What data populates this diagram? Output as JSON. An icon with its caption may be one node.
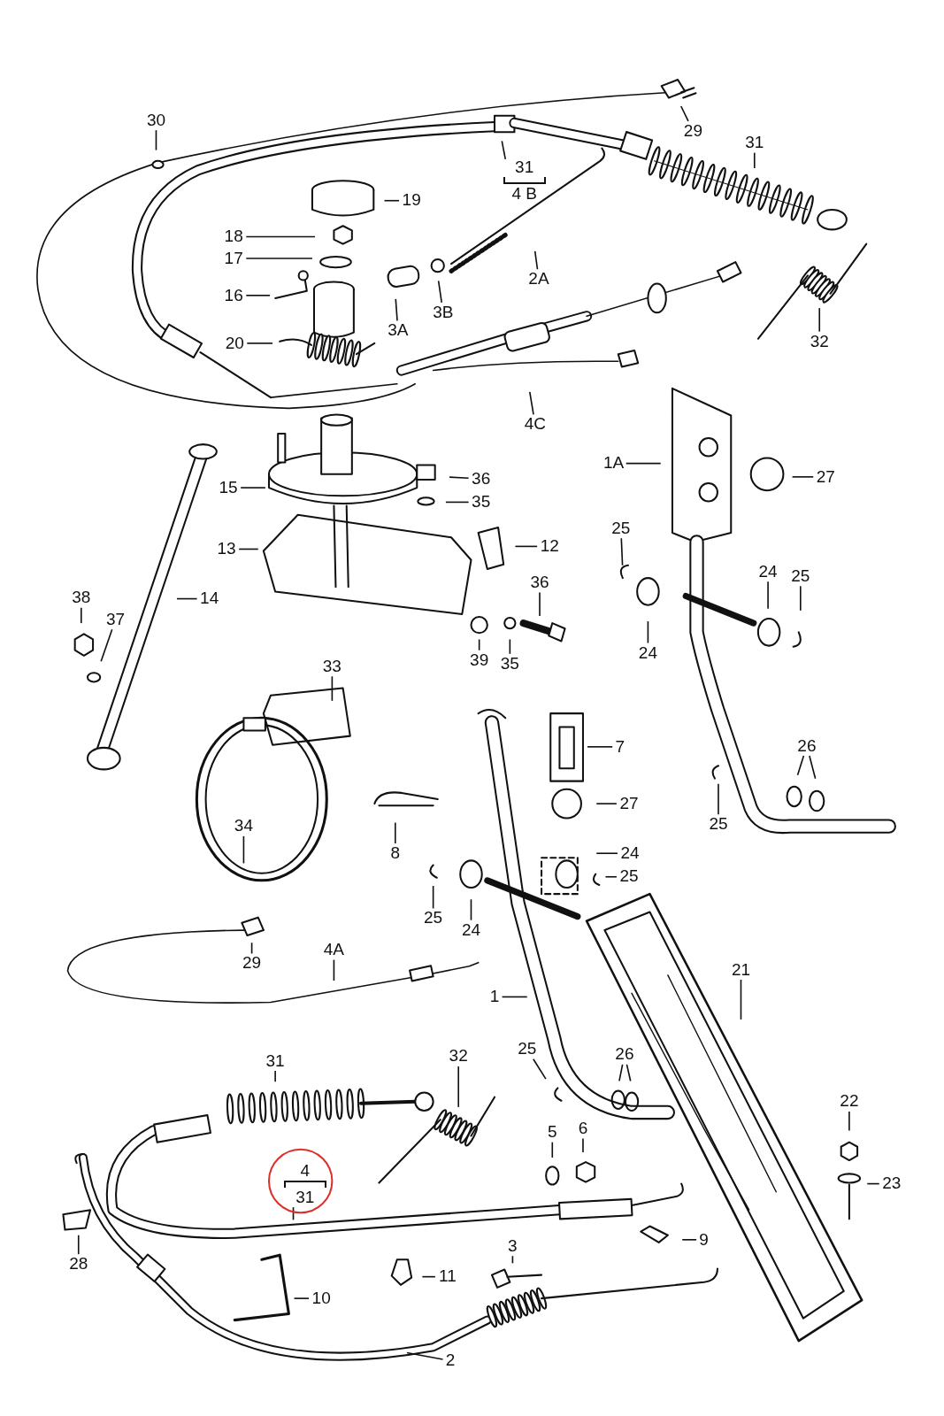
{
  "diagram": {
    "nodes": [
      {
        "text": [
          "29"
        ]
      },
      {
        "text": [
          "30"
        ]
      },
      {
        "text": [
          "31"
        ]
      },
      {
        "text": [
          "31",
          "4 B"
        ]
      },
      {
        "text": [
          "19"
        ]
      },
      {
        "text": [
          "18"
        ]
      },
      {
        "text": [
          "17"
        ]
      },
      {
        "text": [
          "2A"
        ]
      },
      {
        "text": [
          "16"
        ]
      },
      {
        "text": [
          "3B"
        ]
      },
      {
        "text": [
          "3A"
        ]
      },
      {
        "text": [
          "32"
        ]
      },
      {
        "text": [
          "20"
        ]
      },
      {
        "text": [
          "4C"
        ]
      },
      {
        "text": [
          "1A"
        ]
      },
      {
        "text": [
          "27"
        ]
      },
      {
        "text": [
          "36"
        ]
      },
      {
        "text": [
          "15"
        ]
      },
      {
        "text": [
          "35"
        ]
      },
      {
        "text": [
          "25"
        ]
      },
      {
        "text": [
          "12"
        ]
      },
      {
        "text": [
          "13"
        ]
      },
      {
        "text": [
          "24"
        ]
      },
      {
        "text": [
          "25"
        ]
      },
      {
        "text": [
          "36"
        ]
      },
      {
        "text": [
          "38"
        ]
      },
      {
        "text": [
          "14"
        ]
      },
      {
        "text": [
          "37"
        ]
      },
      {
        "text": [
          "24"
        ]
      },
      {
        "text": [
          "39"
        ]
      },
      {
        "text": [
          "35"
        ]
      },
      {
        "text": [
          "33"
        ]
      },
      {
        "text": [
          "26"
        ]
      },
      {
        "text": [
          "7"
        ]
      },
      {
        "text": [
          "27"
        ]
      },
      {
        "text": [
          "25"
        ]
      },
      {
        "text": [
          "34"
        ]
      },
      {
        "text": [
          "8"
        ]
      },
      {
        "text": [
          "24"
        ]
      },
      {
        "text": [
          "25"
        ]
      },
      {
        "text": [
          "25"
        ]
      },
      {
        "text": [
          "24"
        ]
      },
      {
        "text": [
          "4A"
        ]
      },
      {
        "text": [
          "29"
        ]
      },
      {
        "text": [
          "21"
        ]
      },
      {
        "text": [
          "1"
        ]
      },
      {
        "text": [
          "25"
        ]
      },
      {
        "text": [
          "26"
        ]
      },
      {
        "text": [
          "32"
        ]
      },
      {
        "text": [
          "31"
        ]
      },
      {
        "text": [
          "22"
        ]
      },
      {
        "text": [
          "6"
        ]
      },
      {
        "text": [
          "5"
        ]
      },
      {
        "text": [
          "4",
          "31"
        ]
      },
      {
        "text": [
          "23"
        ]
      },
      {
        "text": [
          "9"
        ]
      },
      {
        "text": [
          "3"
        ]
      },
      {
        "text": [
          "28"
        ]
      },
      {
        "text": [
          "11"
        ]
      },
      {
        "text": [
          "10"
        ]
      },
      {
        "text": [
          "2"
        ]
      }
    ],
    "edges": [
      {
        "from": 0,
        "to": null,
        "arrow": "none"
      },
      {
        "from": 1,
        "to": null,
        "arrow": "none"
      },
      {
        "from": 2,
        "to": null,
        "arrow": "none"
      },
      {
        "from": 3,
        "to": null,
        "arrow": "none"
      },
      {
        "from": 4,
        "to": null,
        "arrow": "none"
      },
      {
        "from": 5,
        "to": null,
        "arrow": "none"
      },
      {
        "from": 6,
        "to": null,
        "arrow": "none"
      },
      {
        "from": 7,
        "to": null,
        "arrow": "none"
      },
      {
        "from": 8,
        "to": null,
        "arrow": "none"
      },
      {
        "from": 9,
        "to": null,
        "arrow": "none"
      },
      {
        "from": 10,
        "to": null,
        "arrow": "none"
      },
      {
        "from": 11,
        "to": null,
        "arrow": "none"
      },
      {
        "from": 12,
        "to": null,
        "arrow": "none"
      },
      {
        "from": 13,
        "to": null,
        "arrow": "none"
      },
      {
        "from": 14,
        "to": null,
        "arrow": "none"
      },
      {
        "from": 15,
        "to": null,
        "arrow": "none"
      },
      {
        "from": 16,
        "to": null,
        "arrow": "none"
      },
      {
        "from": 17,
        "to": null,
        "arrow": "none"
      },
      {
        "from": 18,
        "to": null,
        "arrow": "none"
      },
      {
        "from": 19,
        "to": null,
        "arrow": "none"
      },
      {
        "from": 20,
        "to": null,
        "arrow": "none"
      },
      {
        "from": 21,
        "to": null,
        "arrow": "none"
      },
      {
        "from": 22,
        "to": null,
        "arrow": "none"
      },
      {
        "from": 23,
        "to": null,
        "arrow": "none"
      },
      {
        "from": 24,
        "to": null,
        "arrow": "none"
      },
      {
        "from": 25,
        "to": null,
        "arrow": "none"
      },
      {
        "from": 26,
        "to": null,
        "arrow": "none"
      },
      {
        "from": 27,
        "to": null,
        "arrow": "none"
      },
      {
        "from": 28,
        "to": null,
        "arrow": "none"
      },
      {
        "from": 29,
        "to": null,
        "arrow": "none"
      },
      {
        "from": 30,
        "to": null,
        "arrow": "none"
      },
      {
        "from": 31,
        "to": null,
        "arrow": "none"
      },
      {
        "from": 32,
        "to": null,
        "arrow": "none"
      },
      {
        "from": 33,
        "to": null,
        "arrow": "none"
      },
      {
        "from": 34,
        "to": null,
        "arrow": "none"
      },
      {
        "from": 35,
        "to": null,
        "arrow": "none"
      },
      {
        "from": 36,
        "to": null,
        "arrow": "none"
      },
      {
        "from": 37,
        "to": null,
        "arrow": "none"
      },
      {
        "from": 38,
        "to": null,
        "arrow": "none"
      },
      {
        "from": 39,
        "to": null,
        "arrow": "none"
      },
      {
        "from": 40,
        "to": null,
        "arrow": "none"
      },
      {
        "from": 41,
        "to": null,
        "arrow": "none"
      },
      {
        "from": 42,
        "to": null,
        "arrow": "none"
      },
      {
        "from": 43,
        "to": null,
        "arrow": "none"
      },
      {
        "from": 44,
        "to": null,
        "arrow": "none"
      },
      {
        "from": 45,
        "to": null,
        "arrow": "none"
      },
      {
        "from": 46,
        "to": null,
        "arrow": "none"
      },
      {
        "from": 47,
        "to": null,
        "arrow": "none"
      },
      {
        "from": 48,
        "to": null,
        "arrow": "none"
      },
      {
        "from": 49,
        "to": null,
        "arrow": "none"
      },
      {
        "from": 50,
        "to": null,
        "arrow": "none"
      },
      {
        "from": 51,
        "to": null,
        "arrow": "none"
      },
      {
        "from": 52,
        "to": null,
        "arrow": "none"
      },
      {
        "from": 53,
        "to": null,
        "arrow": "none"
      },
      {
        "from": 54,
        "to": null,
        "arrow": "none"
      },
      {
        "from": 55,
        "to": null,
        "arrow": "none"
      },
      {
        "from": 56,
        "to": null,
        "arrow": "none"
      },
      {
        "from": 57,
        "to": null,
        "arrow": "none"
      },
      {
        "from": 58,
        "to": null,
        "arrow": "none"
      },
      {
        "from": 59,
        "to": null,
        "arrow": "none"
      },
      {
        "from": 60,
        "to": null,
        "arrow": "none"
      },
      {
        "from": 32,
        "to": null,
        "arrow": "none"
      },
      {
        "from": 47,
        "to": null,
        "arrow": "none"
      }
    ]
  }
}
